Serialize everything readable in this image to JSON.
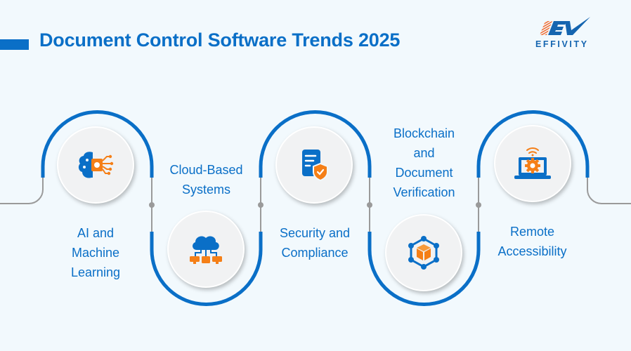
{
  "header": {
    "title": "Document Control Software Trends 2025",
    "logo_text": "EFFIVITY",
    "logo_mark": "EV"
  },
  "colors": {
    "accent_blue": "#0a6fc7",
    "accent_orange": "#f57f17",
    "connector_gray": "#9a9a9a",
    "background": "#f2f9fd"
  },
  "trends": [
    {
      "id": 1,
      "label": "AI and Machine Learning",
      "lines": [
        "AI and",
        "Machine",
        "Learning"
      ],
      "icon": "brain-chip-icon",
      "position": "top"
    },
    {
      "id": 2,
      "label": "Cloud-Based Systems",
      "lines": [
        "Cloud-Based",
        "Systems"
      ],
      "icon": "cloud-network-icon",
      "position": "bottom"
    },
    {
      "id": 3,
      "label": "Security and Compliance",
      "lines": [
        "Security and",
        "Compliance"
      ],
      "icon": "document-shield-icon",
      "position": "top"
    },
    {
      "id": 4,
      "label": "Blockchain and Document Verification",
      "lines": [
        "Blockchain",
        "and",
        "Document",
        "Verification"
      ],
      "icon": "blockchain-cube-icon",
      "position": "bottom"
    },
    {
      "id": 5,
      "label": "Remote Accessibility",
      "lines": [
        "Remote",
        "Accessibility"
      ],
      "icon": "laptop-gear-wifi-icon",
      "position": "top"
    }
  ]
}
